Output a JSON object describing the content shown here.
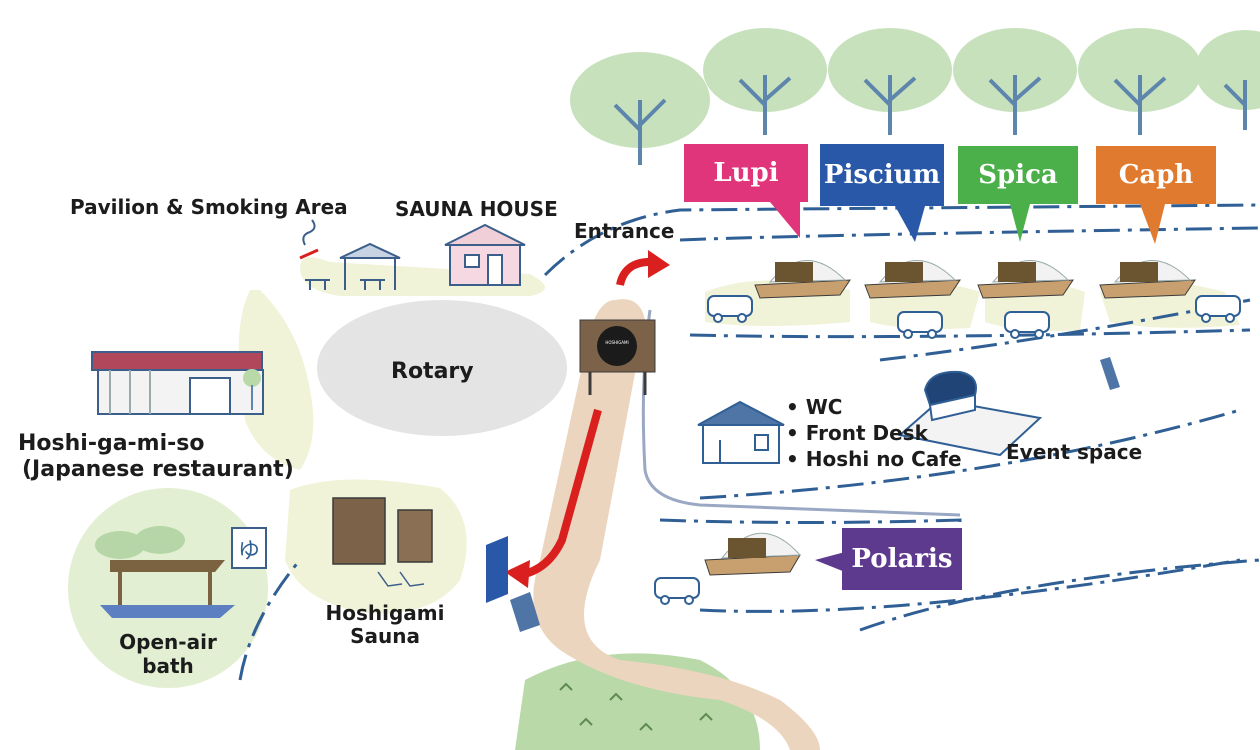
{
  "labels": {
    "pavilion": "Pavilion & Smoking Area",
    "sauna_house": "SAUNA HOUSE",
    "entrance": "Entrance",
    "rotary": "Rotary",
    "restaurant_line1": "Hoshi-ga-mi-so",
    "restaurant_line2": "(Japanese restaurant)",
    "open_air_line1": "Open-air",
    "open_air_line2": "bath",
    "sauna_line1": "Hoshigami",
    "sauna_line2": "Sauna",
    "event_space": "Event space"
  },
  "facilities": [
    "WC",
    "Front Desk",
    "Hoshi no Cafe"
  ],
  "domes": [
    {
      "name": "Lupi",
      "color": "#e0357a"
    },
    {
      "name": "Piscium",
      "color": "#2a58a8"
    },
    {
      "name": "Spica",
      "color": "#4cb04a"
    },
    {
      "name": "Caph",
      "color": "#e07a2e"
    },
    {
      "name": "Polaris",
      "color": "#5d3a8e"
    }
  ],
  "colors": {
    "area_fill": "#f1f3d8",
    "road": "#ecd5be",
    "path_line": "#2f5f94",
    "arrow": "#d9201e",
    "tree_canopy": "#c8e1bd",
    "tree_trunk": "#5e86ad",
    "grass": "#b9d9a8"
  }
}
